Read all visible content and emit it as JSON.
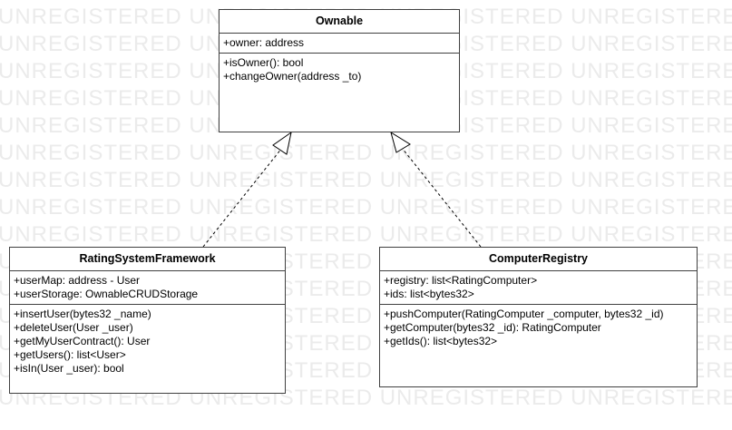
{
  "watermark": {
    "text": "UNREGISTERED UNREGISTERED UNREGISTERED UNREGISTERED UNREGISTERED"
  },
  "classes": {
    "ownable": {
      "name": "Ownable",
      "attributes": [
        "+owner: address"
      ],
      "methods": [
        "+isOwner(): bool",
        "+changeOwner(address _to)"
      ]
    },
    "rating": {
      "name": "RatingSystemFramework",
      "attributes": [
        "+userMap: address - User",
        "+userStorage: OwnableCRUDStorage"
      ],
      "methods": [
        "+insertUser(bytes32 _name)",
        "+deleteUser(User _user)",
        "+getMyUserContract(): User",
        "+getUsers(): list<User>",
        "+isIn(User _user): bool"
      ]
    },
    "computer": {
      "name": "ComputerRegistry",
      "attributes": [
        "+registry: list<RatingComputer>",
        "+ids: list<bytes32>"
      ],
      "methods": [
        "+pushComputer(RatingComputer _computer, bytes32 _id)",
        "+getComputer(bytes32 _id): RatingComputer",
        "+getIds(): list<bytes32>"
      ]
    }
  },
  "colors": {
    "border": "#404040",
    "watermark": "#ebebeb",
    "edge": "#000000"
  }
}
